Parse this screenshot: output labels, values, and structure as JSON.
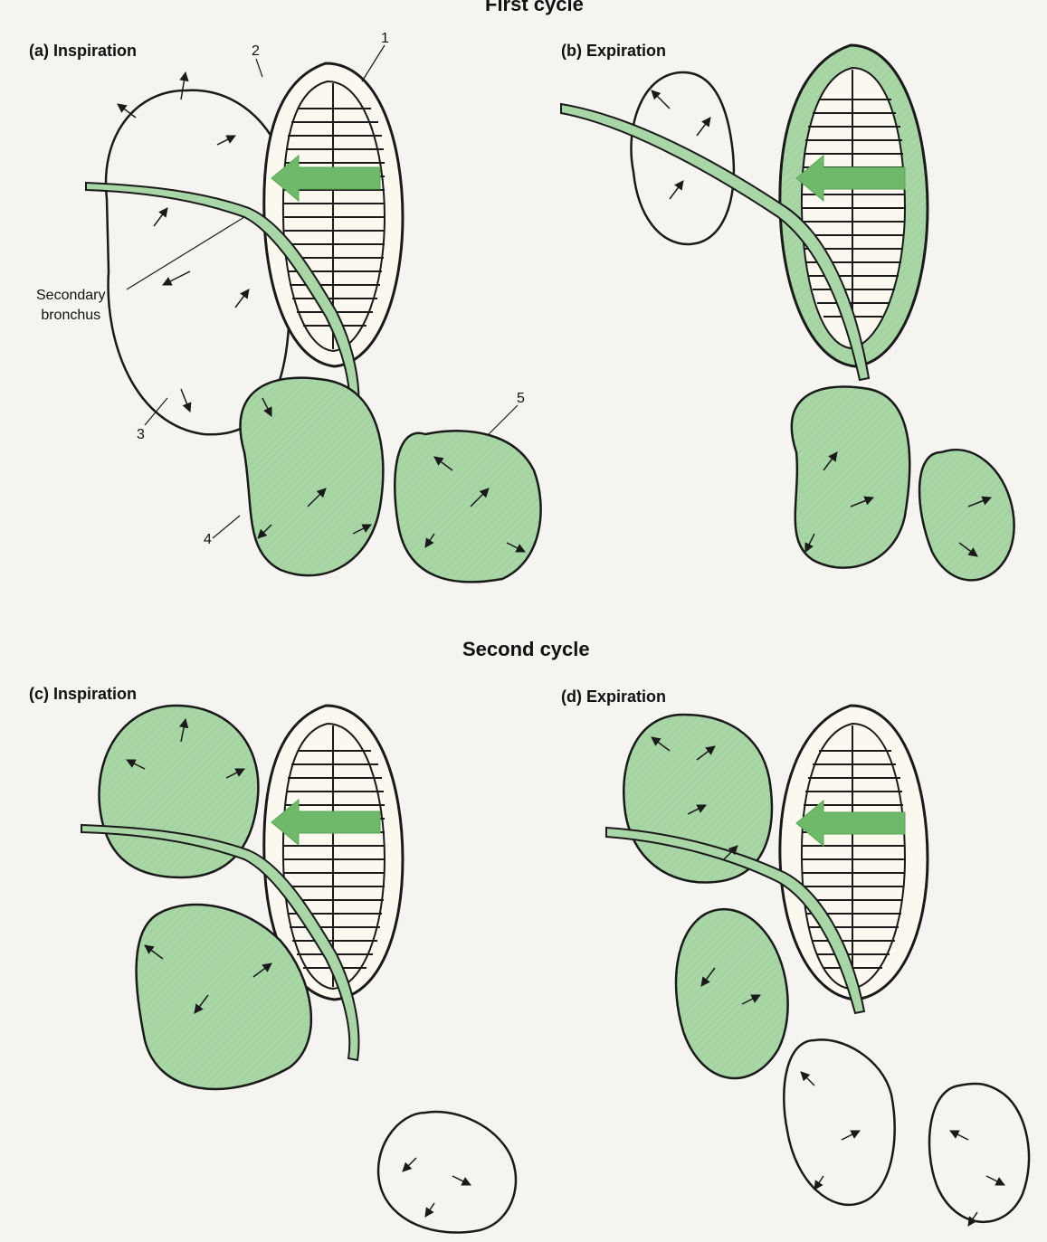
{
  "titles": {
    "first_cycle": "First cycle",
    "second_cycle": "Second cycle"
  },
  "panels": {
    "a": {
      "label": "(a) Inspiration"
    },
    "b": {
      "label": "(b) Expiration"
    },
    "c": {
      "label": "(c) Inspiration"
    },
    "d": {
      "label": "(d) Expiration"
    }
  },
  "callouts": {
    "one": "1",
    "two": "2",
    "three": "3",
    "four": "4",
    "five": "5"
  },
  "secondary_bronchus": {
    "line1": "Secondary",
    "line2": "bronchus"
  },
  "colors": {
    "airspace_fill": "#a9d6a7",
    "airflow_arrow": "#6fba6a",
    "outline": "#1a1a1a",
    "lung_fill": "#f6f2dc",
    "background": "#f5f4f0"
  }
}
